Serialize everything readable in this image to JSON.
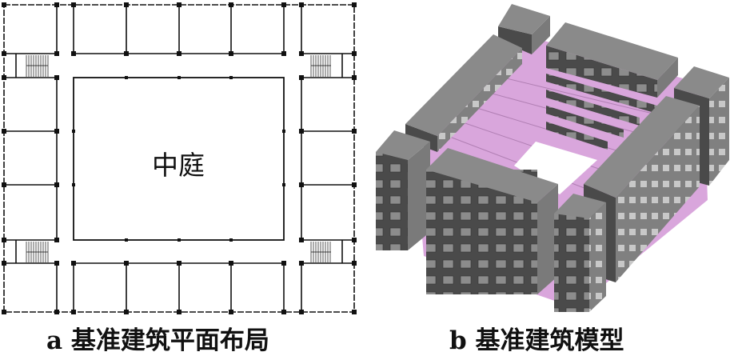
{
  "panel_a": {
    "courtyard_label": "中庭",
    "caption": "a 基准建筑平面布局"
  },
  "panel_b": {
    "caption": "b 基准建筑模型"
  },
  "colors": {
    "wall": "#111111",
    "roof": "#8a8a8a",
    "face_dark": "#4a4a4a",
    "floor": "#d9a6dc",
    "window": "#b9b9b9"
  }
}
